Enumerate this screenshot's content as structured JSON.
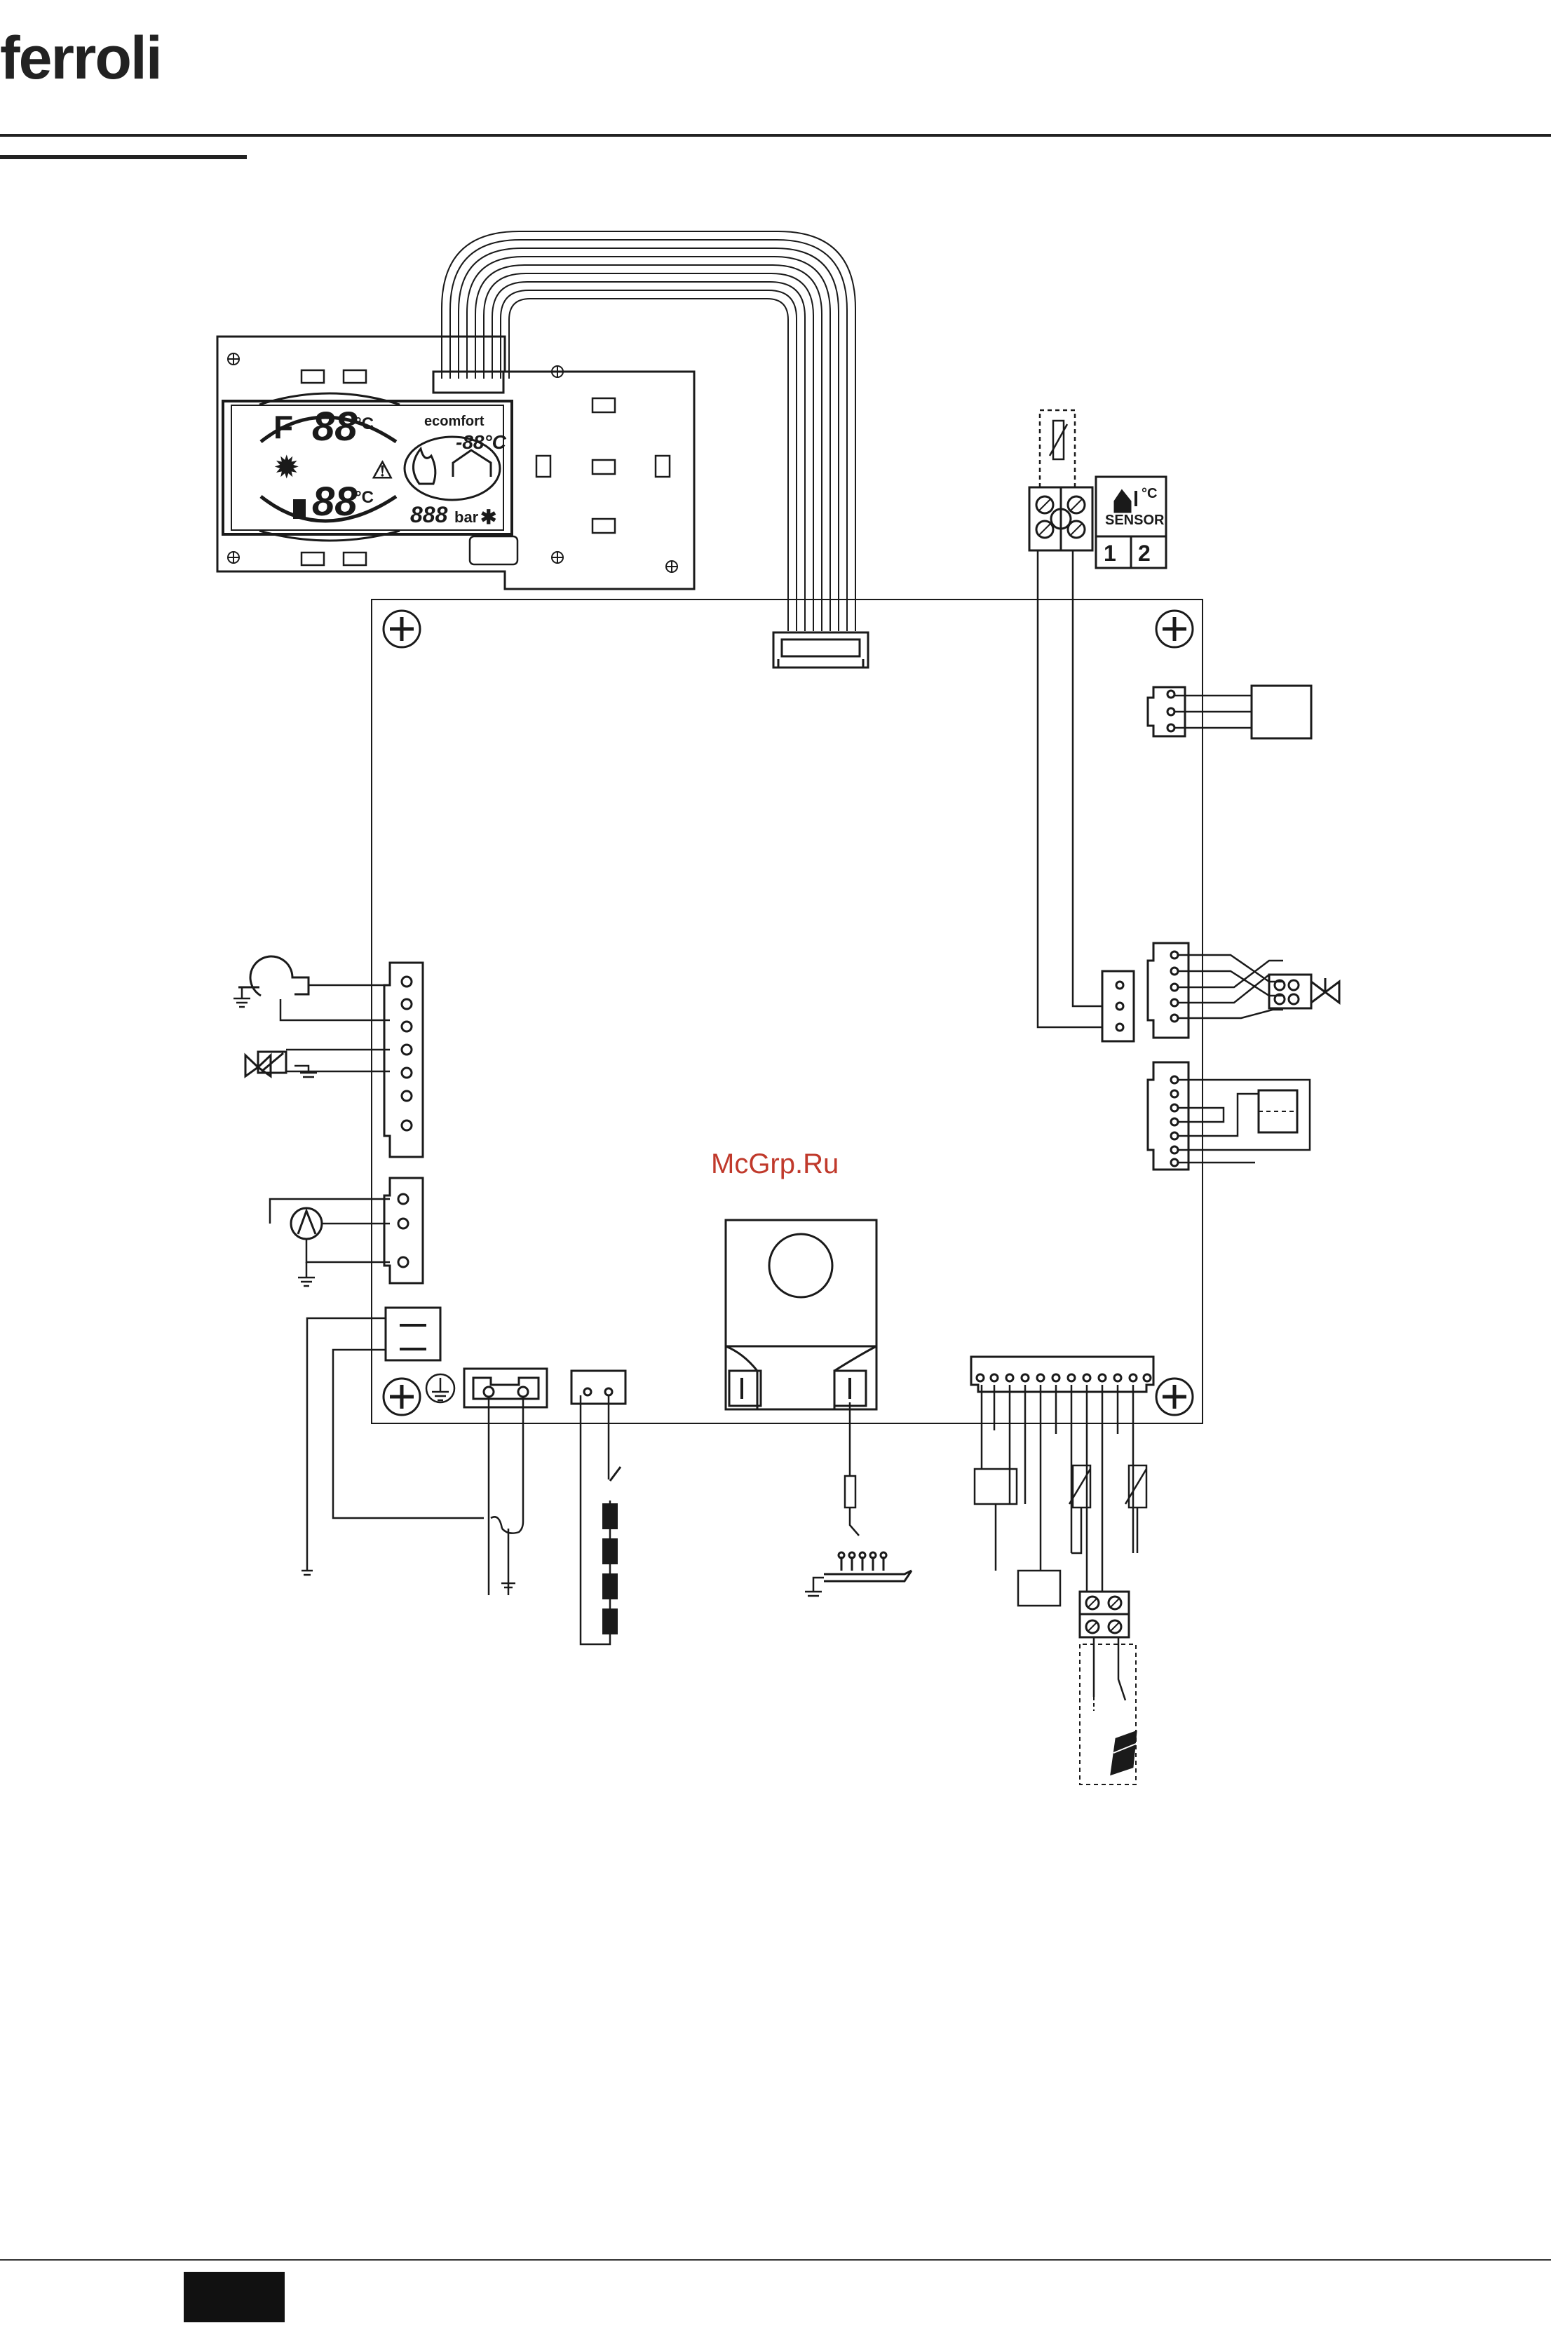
{
  "header": {
    "brand_logo": "ferroli"
  },
  "watermark": {
    "text": "McGrp.Ru"
  },
  "display_panel": {
    "lcd_temp_top": "88",
    "lcd_temp_bottom": "88",
    "lcd_unit": "°C",
    "lcd_brand": "ecomfort",
    "lcd_outdoor_temp": "-88°C",
    "lcd_pressure_digits": "888",
    "lcd_pressure_unit": "bar"
  },
  "sensor_label": {
    "text": "SENSOR",
    "unit": "°C",
    "terminal_1": "1",
    "terminal_2": "2"
  },
  "colors": {
    "line": "#1a1a1a",
    "watermark": "#c0392b",
    "background": "#ffffff"
  },
  "icons": [
    "screw-icon",
    "fan-icon",
    "gas-valve-icon",
    "pump-icon",
    "ground-icon",
    "thermistor-icon",
    "spark-electrode-icon",
    "three-way-valve-icon",
    "room-thermostat-icon",
    "flame-icon",
    "warning-icon",
    "sun-icon",
    "radiator-icon",
    "tap-icon",
    "snowflake-icon"
  ]
}
